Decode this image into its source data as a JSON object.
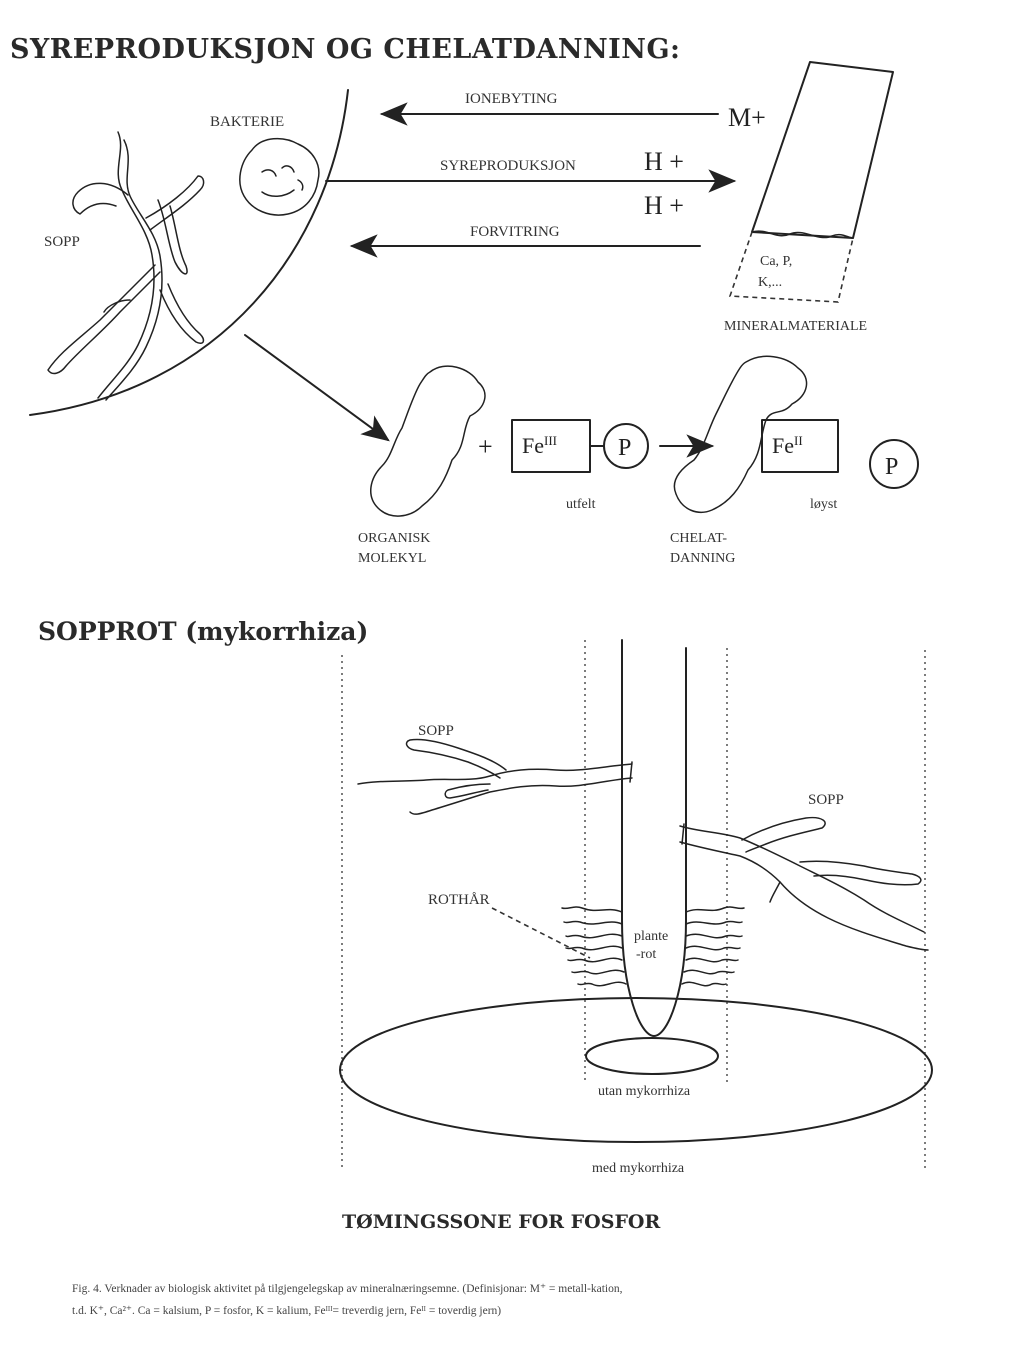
{
  "titles": {
    "top": "SYREPRODUKSJON OG CHELATDANNING:",
    "bottom": "SOPPROT (mykorrhiza)",
    "zone": "TØMINGSSONE FOR FOSFOR"
  },
  "top_section": {
    "sopp": "SOPP",
    "bakterie": "BAKTERIE",
    "ionebyting": "IONEBYTING",
    "syreproduksjon": "SYREPRODUKSJON",
    "forvitring": "FORVITRING",
    "m_ion": "M+",
    "h_ion_1": "H +",
    "h_ion_2": "H +",
    "mineral_contents": "Ca, P,",
    "mineral_contents_2": "K,...",
    "mineralmateriale": "MINERALMATERIALE",
    "organisk_1": "ORGANISK",
    "organisk_2": "MOLEKYL",
    "plus": "+",
    "fe3": "Fe",
    "fe3_sup": "III",
    "p1": "P",
    "utfelt": "utfelt",
    "chelat_1": "CHELAT-",
    "chelat_2": "DANNING",
    "fe2": "Fe",
    "fe2_sup": "II",
    "p2": "P",
    "loyst": "løyst"
  },
  "bottom_section": {
    "sopp_left": "SOPP",
    "sopp_right": "SOPP",
    "rothar": "ROTHÅR",
    "plante_1": "plante",
    "plante_2": "-rot",
    "utan": "utan mykorrhiza",
    "med": "med mykorrhiza"
  },
  "caption": {
    "line1": "Fig. 4. Verknader av biologisk aktivitet på tilgjengelegskap av mineralnæringsemne. (Definisjonar: M⁺ = metall-kation,",
    "line2": "t.d. K⁺, Ca²⁺. Ca = kalsium, P = fosfor, K = kalium, Feᴵᴵᴵ= treverdig jern, Feᴵᴵ = toverdig jern)"
  }
}
